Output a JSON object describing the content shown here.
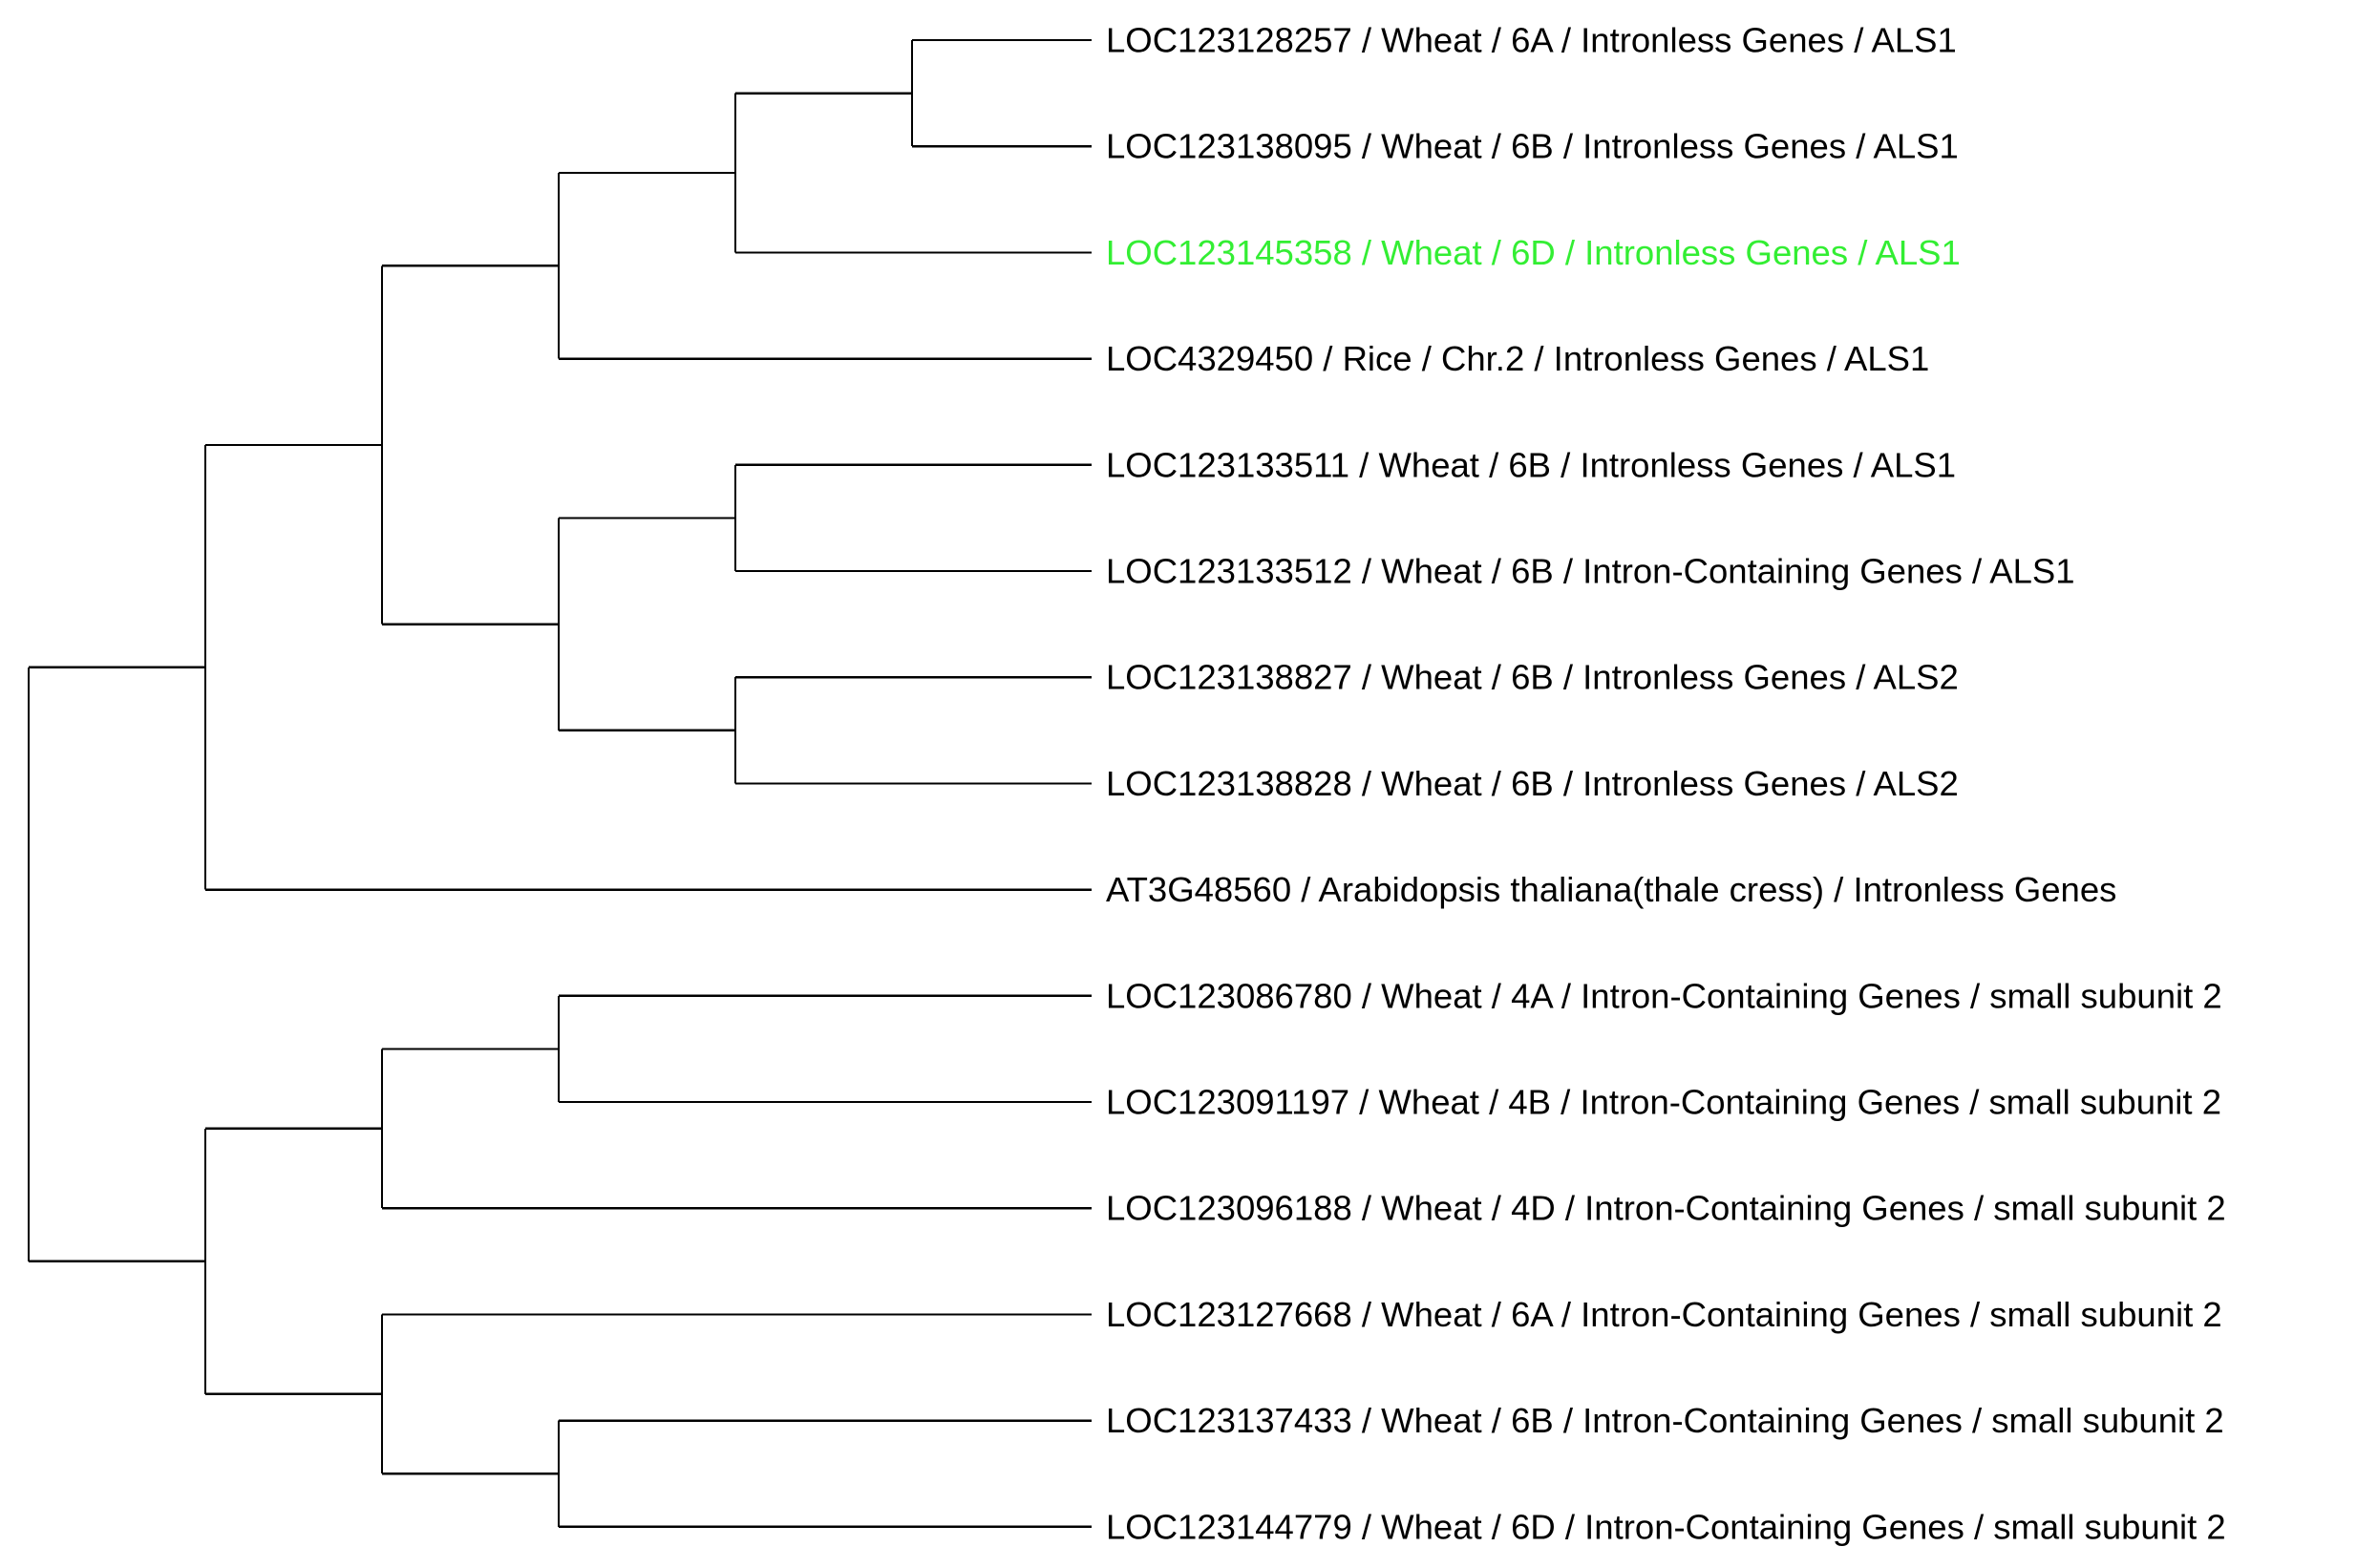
{
  "tree": {
    "highlight_color": "#33ee33",
    "default_label_color": "#000000",
    "leaves": [
      {
        "id": "L1",
        "label": "LOC123128257 / Wheat / 6A / Intronless Genes / ALS1",
        "highlighted": false
      },
      {
        "id": "L2",
        "label": "LOC123138095 / Wheat / 6B / Intronless Genes / ALS1",
        "highlighted": false
      },
      {
        "id": "L3",
        "label": "LOC123145358 / Wheat / 6D / Intronless Genes / ALS1",
        "highlighted": true
      },
      {
        "id": "L4",
        "label": "LOC4329450 / Rice / Chr.2 / Intronless Genes / ALS1",
        "highlighted": false
      },
      {
        "id": "L5",
        "label": "LOC123133511 / Wheat / 6B / Intronless Genes / ALS1",
        "highlighted": false
      },
      {
        "id": "L6",
        "label": "LOC123133512 / Wheat / 6B / Intron-Containing Genes / ALS1",
        "highlighted": false
      },
      {
        "id": "L7",
        "label": "LOC123138827 / Wheat / 6B / Intronless Genes / ALS2",
        "highlighted": false
      },
      {
        "id": "L8",
        "label": "LOC123138828 / Wheat / 6B / Intronless Genes / ALS2",
        "highlighted": false
      },
      {
        "id": "L9",
        "label": "AT3G48560 / Arabidopsis thaliana(thale cress) / Intronless Genes",
        "highlighted": false
      },
      {
        "id": "L10",
        "label": "LOC123086780 / Wheat / 4A / Intron-Containing Genes / small subunit 2",
        "highlighted": false
      },
      {
        "id": "L11",
        "label": "LOC123091197 / Wheat / 4B / Intron-Containing Genes / small subunit 2",
        "highlighted": false
      },
      {
        "id": "L12",
        "label": "LOC123096188 / Wheat / 4D / Intron-Containing Genes / small subunit 2",
        "highlighted": false
      },
      {
        "id": "L13",
        "label": "LOC123127668 / Wheat / 6A / Intron-Containing Genes / small subunit 2",
        "highlighted": false
      },
      {
        "id": "L14",
        "label": "LOC123137433 / Wheat / 6B / Intron-Containing Genes / small subunit 2",
        "highlighted": false
      },
      {
        "id": "L15",
        "label": "LOC123144779 / Wheat / 6D / Intron-Containing Genes / small subunit 2",
        "highlighted": false
      }
    ],
    "topology": {
      "children": [
        {
          "children": [
            {
              "children": [
                {
                  "children": [
                    {
                      "children": [
                        {
                          "leaf": "L1"
                        },
                        {
                          "leaf": "L2"
                        }
                      ]
                    },
                    {
                      "leaf": "L3"
                    }
                  ]
                },
                {
                  "leaf": "L4"
                }
              ]
            },
            {
              "children": [
                {
                  "children": [
                    {
                      "leaf": "L5"
                    },
                    {
                      "leaf": "L6"
                    }
                  ]
                },
                {
                  "children": [
                    {
                      "leaf": "L7"
                    },
                    {
                      "leaf": "L8"
                    }
                  ]
                }
              ]
            }
          ]
        },
        {
          "leaf": "L9"
        }
      ]
    },
    "topology_outgroup": {
      "children": [
        {
          "children": [
            {
              "children": [
                {
                  "leaf": "L10"
                },
                {
                  "leaf": "L11"
                }
              ]
            },
            {
              "leaf": "L12"
            }
          ]
        },
        {
          "children": [
            {
              "leaf": "L13"
            },
            {
              "children": [
                {
                  "leaf": "L14"
                },
                {
                  "leaf": "L15"
                }
              ]
            }
          ]
        }
      ]
    }
  }
}
